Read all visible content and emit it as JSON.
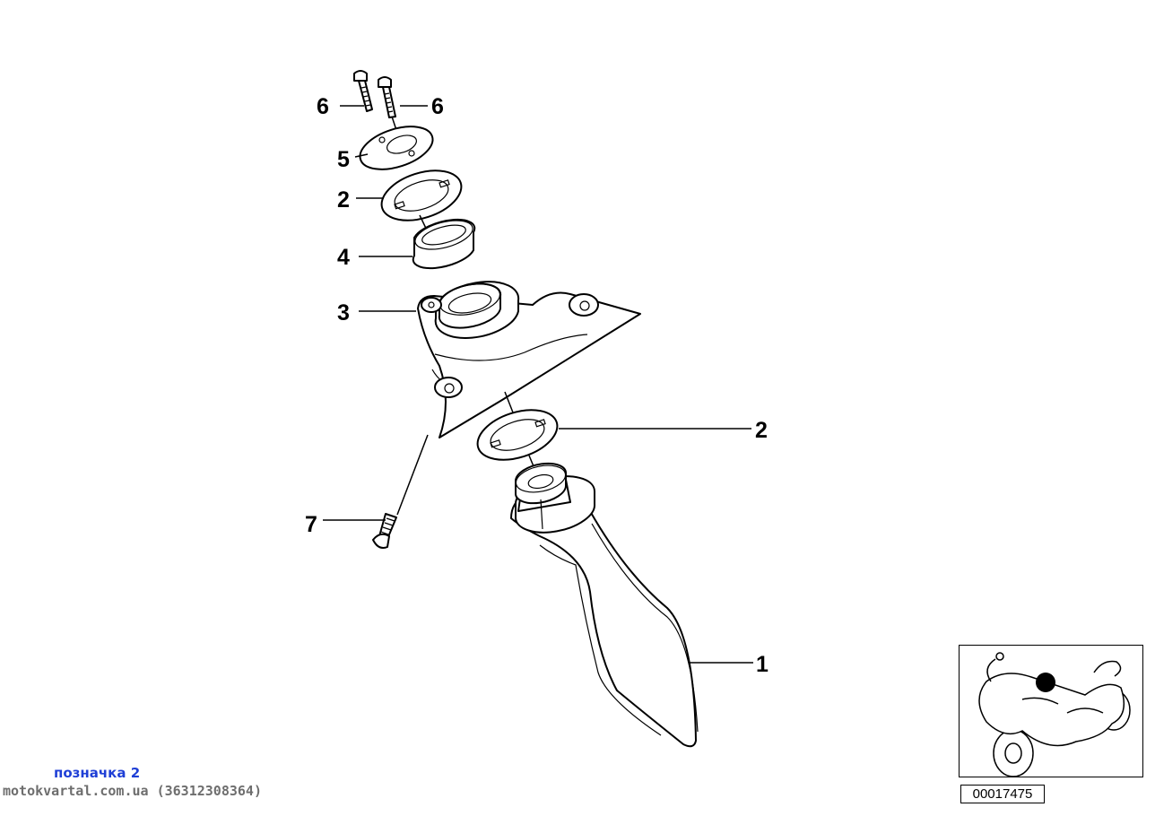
{
  "diagram": {
    "callouts": [
      "6",
      "6",
      "5",
      "2",
      "4",
      "3",
      "2",
      "7",
      "1"
    ]
  },
  "captions": {
    "marking": "позначка 2",
    "site": "motokvartal.com.ua (36312308364)"
  },
  "thumbnail": {
    "part_number": "00017475"
  }
}
